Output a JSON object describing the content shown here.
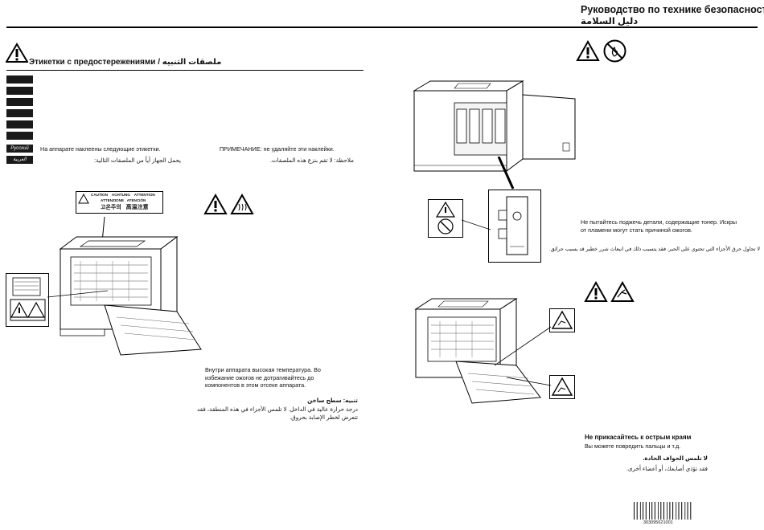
{
  "header": {
    "title_ru": "Руководство по технике безопасности",
    "title_ar": "دليل السلامة"
  },
  "section": {
    "title": "Этикетки с предостережениями / ملصقات التنبيه"
  },
  "languages": {
    "russian": "Русский",
    "arabic": "العربية"
  },
  "intro": {
    "ru": "На аппарате наклеены следующие этикетки.",
    "ar": "يحمل الجهاز أياً من الملصقات التالية:",
    "note_ru": "ПРИМЕЧАНИЕ: не удаляйте эти наклейки.",
    "note_ar": "ملاحظة: لا تقم بنزع هذه الملصقات."
  },
  "label_sticker": {
    "row1": [
      "CAUTION",
      "ACHTUNG",
      "ATTENTION"
    ],
    "row2": [
      "ATTENZIONE",
      "ATENCIÓN"
    ],
    "row3": [
      "고온주의",
      "高温注意"
    ]
  },
  "hot_surface": {
    "ru": "Внутри аппарата высокая температура. Во избежание ожогов не дотрагивайтесь до компонентов в этом отсеке аппарата.",
    "ar_title": "تنبيه: سطح ساخن",
    "ar": "درجة حرارة عالية في الداخل. لا تلمس الأجزاء في هذه المنطقة، فقد تتعرض لخطر الإصابة بحروق."
  },
  "toner_fire": {
    "ru": "Не пытайтесь поджечь детали, содержащие тонер. Искры от пламени могут стать причиной ожогов.",
    "ar": "لا تحاول حرق الأجزاء التي تحتوي على الحبر. فقد يتسبب ذلك في انبعاث شرر خطير قد يسبب حرائق."
  },
  "sharp_edges": {
    "title_ru": "Не прикасайтесь к острым краям",
    "ru": "Вы можете повредить пальцы и т.д.",
    "title_ar": "لا تلمس الحواف الحادة.",
    "ar": "فقد تؤذي أصابعك، أو أعضاء أخرى."
  },
  "barcode": {
    "number": "303095621001"
  }
}
